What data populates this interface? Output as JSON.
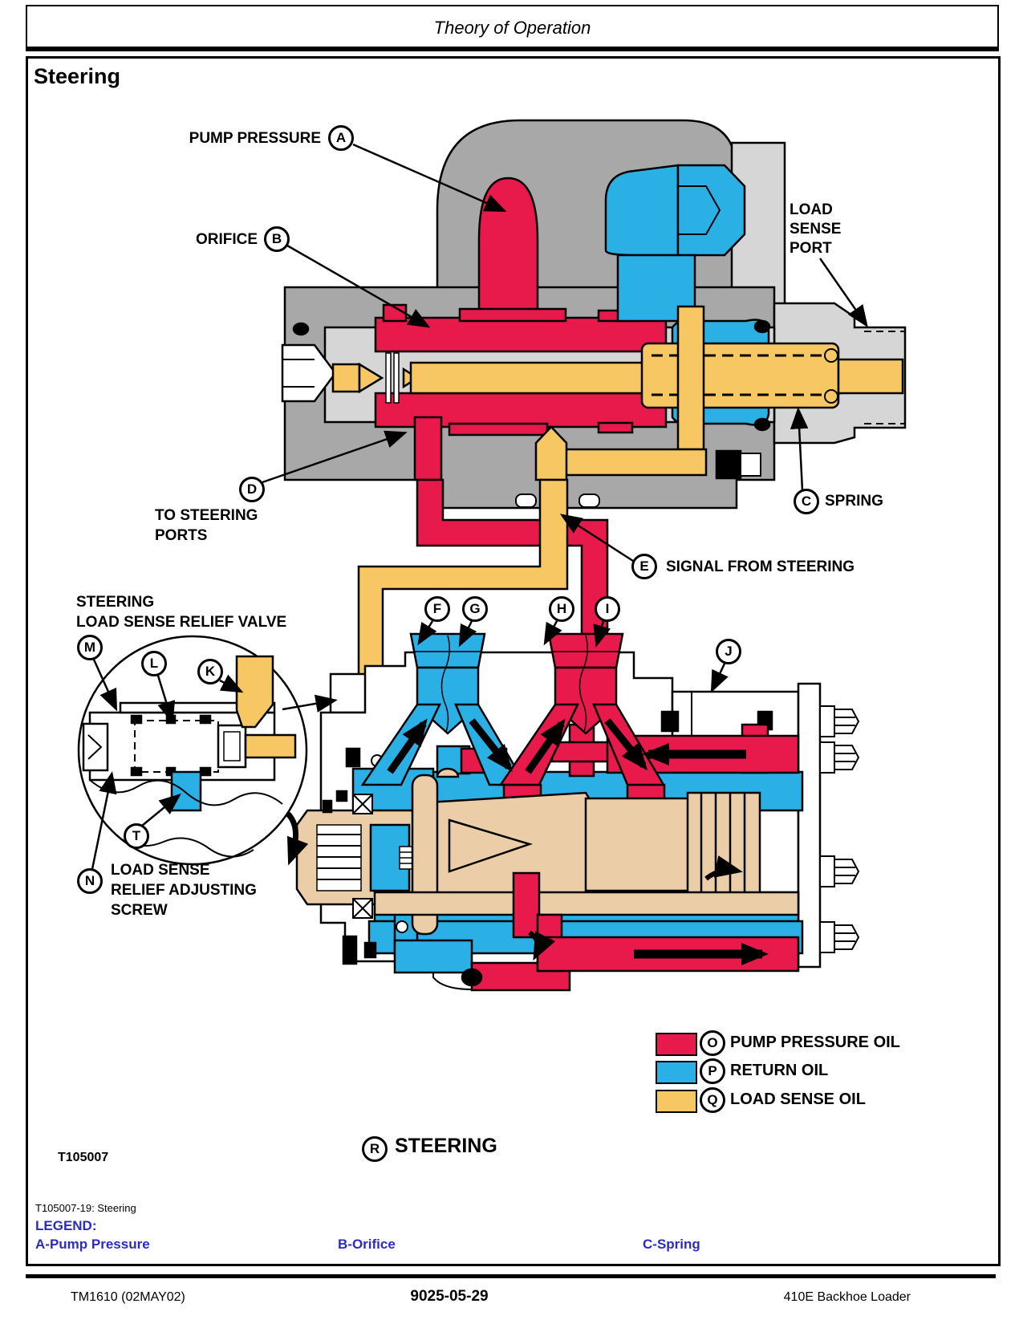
{
  "page": {
    "header_title": "Theory of Operation",
    "section_title": "Steering"
  },
  "callouts": {
    "a": {
      "letter": "A",
      "label": "PUMP PRESSURE"
    },
    "b": {
      "letter": "B",
      "label": "ORIFICE"
    },
    "c": {
      "letter": "C",
      "label": "SPRING"
    },
    "d": {
      "letter": "D",
      "label": "TO STEERING\nPORTS"
    },
    "e": {
      "letter": "E",
      "label": "SIGNAL FROM STEERING"
    },
    "f": {
      "letter": "F"
    },
    "g": {
      "letter": "G"
    },
    "h": {
      "letter": "H"
    },
    "i": {
      "letter": "I"
    },
    "j": {
      "letter": "J"
    },
    "k": {
      "letter": "K"
    },
    "l": {
      "letter": "L"
    },
    "m": {
      "letter": "M"
    },
    "n": {
      "letter": "N",
      "label": "LOAD SENSE\nRELIEF ADJUSTING\nSCREW"
    },
    "t": {
      "letter": "T"
    },
    "load_sense_port": {
      "label": "LOAD\nSENSE\nPORT"
    },
    "inset_title": {
      "label": "STEERING\nLOAD SENSE RELIEF VALVE"
    }
  },
  "diagram_legend": {
    "items": [
      {
        "letter": "O",
        "label": "PUMP PRESSURE OIL",
        "color": "#E8194B"
      },
      {
        "letter": "P",
        "label": "RETURN OIL",
        "color": "#2BB0E6"
      },
      {
        "letter": "Q",
        "label": "LOAD SENSE OIL",
        "color": "#F7C763"
      }
    ]
  },
  "figure_caption": {
    "letter": "R",
    "title": "STEERING",
    "figure_id": "T105007"
  },
  "bottom": {
    "caption": "T105007-19: Steering",
    "legend_heading": "LEGEND:",
    "entries": [
      {
        "text": "A-Pump Pressure"
      },
      {
        "text": "B-Orifice"
      },
      {
        "text": "C-Spring"
      }
    ]
  },
  "footer": {
    "left": "TM1610 (02MAY02)",
    "center": "9025-05-29",
    "right": "410E Backhoe Loader"
  },
  "colors": {
    "pump_pressure_oil": "#E8194B",
    "return_oil": "#2BB0E6",
    "load_sense_oil": "#F7C763",
    "shaft_tan": "#EBCDA8",
    "housing_gray": "#A8A8A8",
    "bore_gray": "#D6D6D6",
    "legend_text_blue": "#2B2BC4"
  }
}
